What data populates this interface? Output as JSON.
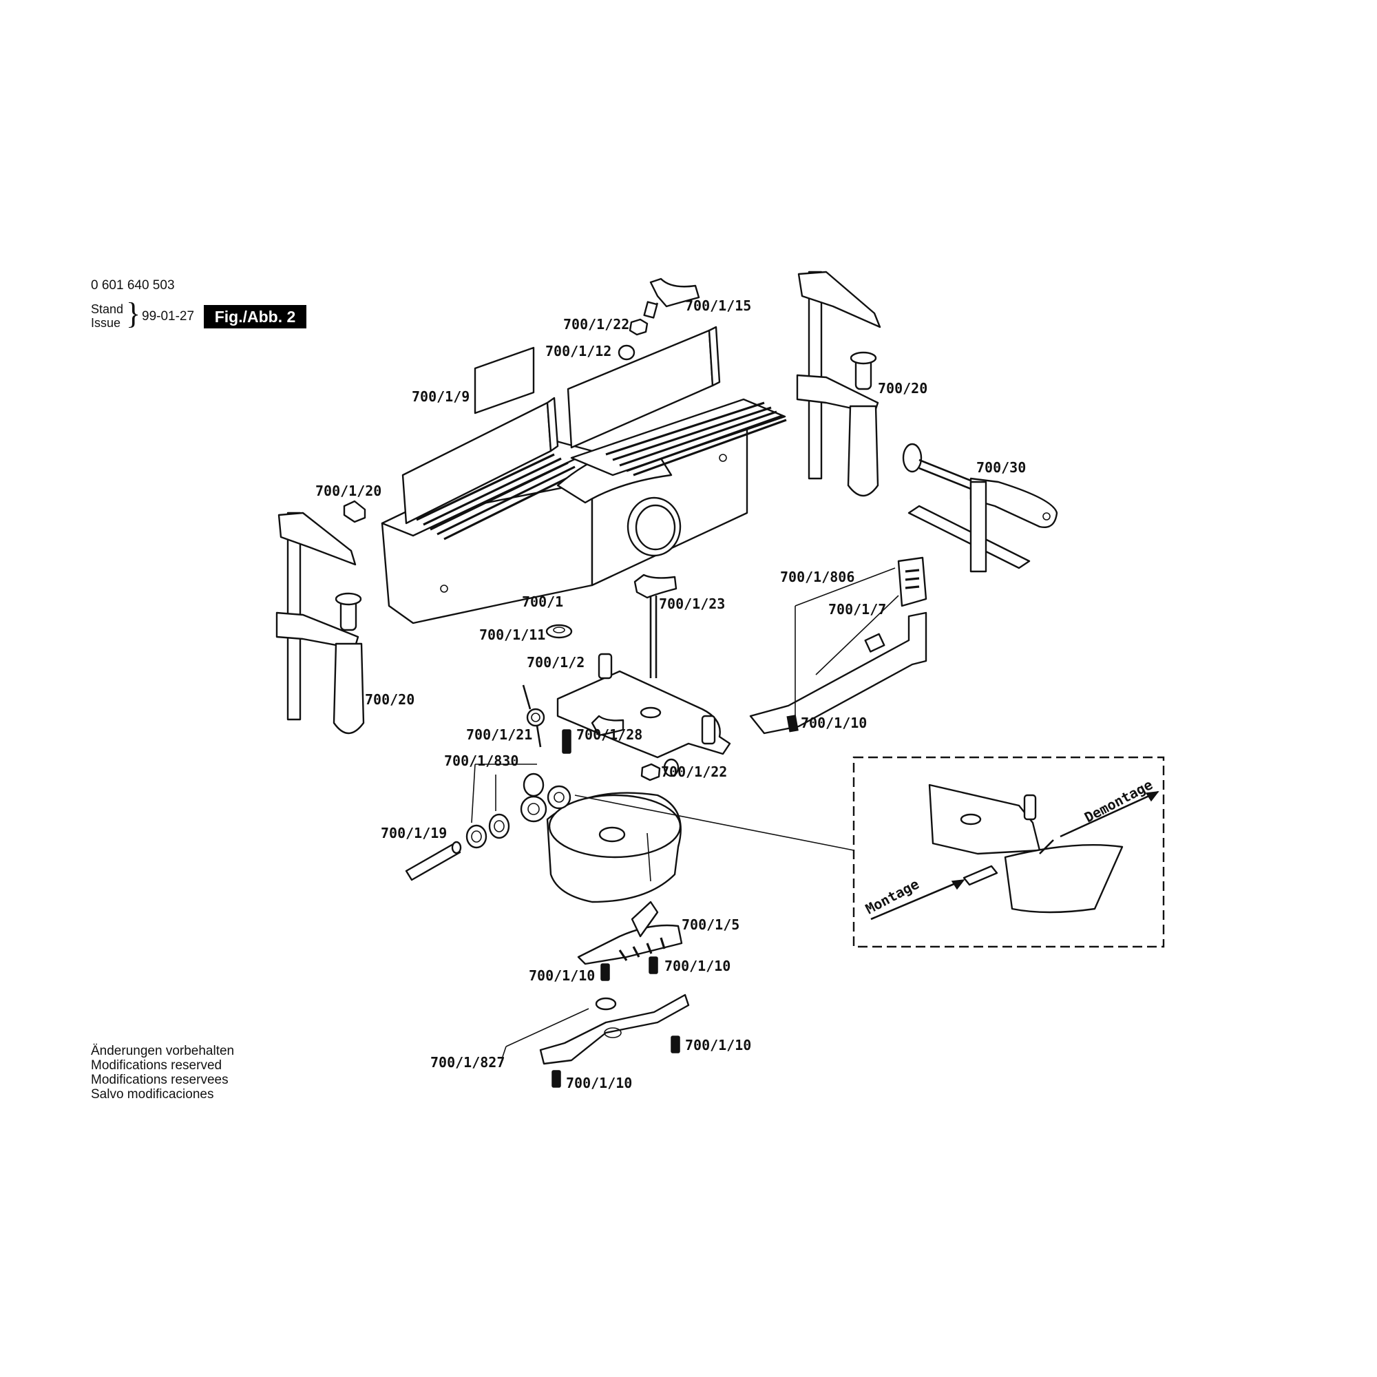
{
  "header": {
    "document_number": "0 601 640 503",
    "stand_label": "Stand",
    "issue_label": "Issue",
    "issue_date": "99-01-27",
    "figure_label": "Fig./Abb. 2"
  },
  "footer_notes": [
    "Änderungen vorbehalten",
    "Modifications reserved",
    "Modifications reservees",
    "Salvo modificaciones"
  ],
  "part_labels": {
    "p_700_1_15": "700/1/15",
    "p_700_1_22_top": "700/1/22",
    "p_700_1_12": "700/1/12",
    "p_700_1_9": "700/1/9",
    "p_700_20_right": "700/20",
    "p_700_30": "700/30",
    "p_700_1_20": "700/1/20",
    "p_700_1": "700/1",
    "p_700_1_23": "700/1/23",
    "p_700_1_806": "700/1/806",
    "p_700_1_7": "700/1/7",
    "p_700_1_11": "700/1/11",
    "p_700_1_2": "700/1/2",
    "p_700_20_left": "700/20",
    "p_700_1_10_arm": "700/1/10",
    "p_700_1_21": "700/1/21",
    "p_700_1_28": "700/1/28",
    "p_700_1_830": "700/1/830",
    "p_700_1_22_bottom": "700/1/22",
    "p_700_1_19": "700/1/19",
    "p_700_1_5": "700/1/5",
    "p_700_1_10_left": "700/1/10",
    "p_700_1_10_mid": "700/1/10",
    "p_700_1_827": "700/1/827",
    "p_700_1_10_right": "700/1/10",
    "p_700_1_10_bottom": "700/1/10"
  },
  "detail_inset": {
    "montage_label": "Montage",
    "demontage_label": "Demontage"
  },
  "icons": {
    "t_handle": "t-handle-screw-icon",
    "clamp": "bar-clamp-icon",
    "nut": "hex-nut-icon",
    "screw": "cap-screw-icon",
    "spring": "torsion-spring-icon",
    "washer": "washer-icon",
    "pin": "pin-icon"
  }
}
